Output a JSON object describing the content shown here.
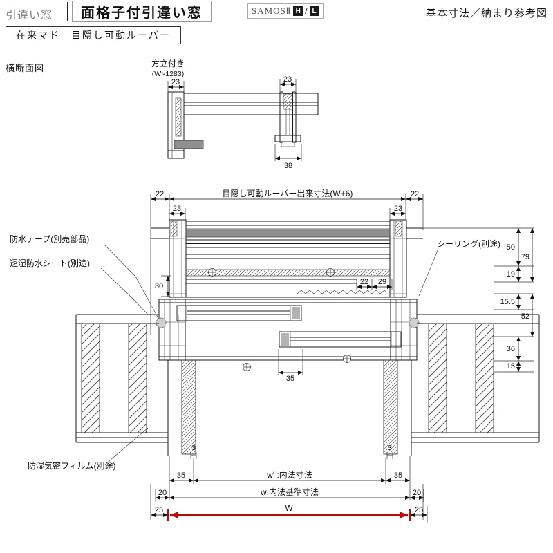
{
  "header": {
    "category": "引違い窓",
    "title": "面格子付引違い窓",
    "brand": "SAMOSⅡ",
    "badge_h": "H",
    "badge_sep": "/",
    "badge_l": "L",
    "corner_note": "基本寸法／納まり参考図",
    "subtitle": "在来マド　目隠し可動ルーバー"
  },
  "drawing": {
    "view_label": "横断面図",
    "colors": {
      "line": "#1a1a1a",
      "accent_red": "#d40000"
    },
    "detail": {
      "label": "方立付き",
      "condition": "(W>1283)",
      "dim_left": "23",
      "dim_right": "23",
      "dim_bottom": "38"
    },
    "top_dims": {
      "left22": "22",
      "span_label": "目隠し可動ルーバー出来寸法(W+6)",
      "right22": "22",
      "left23": "23",
      "right23": "23"
    },
    "inner_dims": {
      "d30": "30",
      "d22": "22",
      "d29": "29",
      "d35": "35"
    },
    "labels": {
      "waterproof_tape": "防水テープ(別売部品)",
      "breathable_sheet": "透湿防水シート(別途)",
      "sealing": "シーリング(別途)",
      "vapor_film": "防湿気密フィルム(別途)"
    },
    "right_dims": {
      "d50": "50",
      "d19": "19",
      "d79": "79",
      "d15_5": "15.5",
      "d52": "52",
      "d36": "36",
      "d15": "15"
    },
    "bottom_dims": {
      "gap_left": "3",
      "gap_right": "3",
      "d35_left": "35",
      "w_inner_label": "w' :内法寸法",
      "d35_right": "35",
      "d20_left": "20",
      "w_base_label": "w:内法基準寸法",
      "d20_right": "20",
      "d25_left": "25",
      "w_label": "W",
      "d25_right": "25"
    }
  }
}
